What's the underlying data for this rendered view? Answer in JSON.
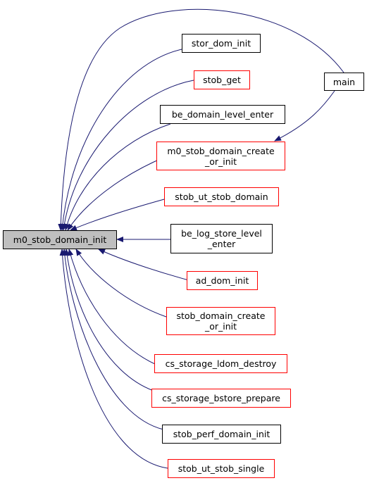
{
  "graph": {
    "edge_color": "#191970",
    "incomplete_border_color": "#ff0000",
    "focus_fill": "#bfbfbf",
    "focus": {
      "label": "m0_stob_domain_init"
    },
    "callers": {
      "stor_dom_init": {
        "line1": "stor_dom_init"
      },
      "stob_get": {
        "line1": "stob_get"
      },
      "be_domain_level_enter": {
        "line1": "be_domain_level_enter"
      },
      "m0_stob_domain_create_or_init": {
        "line1": "m0_stob_domain_create",
        "line2": "_or_init"
      },
      "stob_ut_stob_domain": {
        "line1": "stob_ut_stob_domain"
      },
      "be_log_store_level_enter": {
        "line1": "be_log_store_level",
        "line2": "_enter"
      },
      "ad_dom_init": {
        "line1": "ad_dom_init"
      },
      "stob_domain_create_or_init": {
        "line1": "stob_domain_create",
        "line2": "_or_init"
      },
      "cs_storage_ldom_destroy": {
        "line1": "cs_storage_ldom_destroy"
      },
      "cs_storage_bstore_prepare": {
        "line1": "cs_storage_bstore_prepare"
      },
      "stob_perf_domain_init": {
        "line1": "stob_perf_domain_init"
      },
      "stob_ut_stob_single": {
        "line1": "stob_ut_stob_single"
      },
      "main": {
        "line1": "main"
      }
    }
  }
}
